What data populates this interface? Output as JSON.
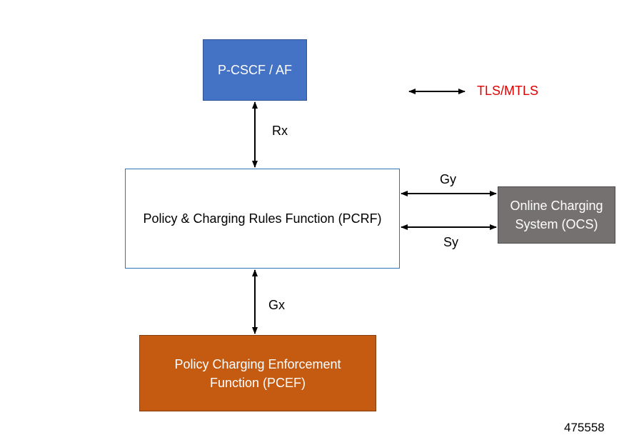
{
  "colors": {
    "pcscf_fill": "#4472c4",
    "pcrf_fill": "#ffffff",
    "ocs_fill": "#767171",
    "pcef_fill": "#c55a11",
    "legend_text": "#e00000",
    "arrow": "#000000"
  },
  "nodes": {
    "pcscf": "P-CSCF / AF",
    "pcrf": "Policy & Charging Rules Function (PCRF)",
    "ocs": "Online Charging\nSystem (OCS)",
    "pcef": "Policy Charging Enforcement\nFunction (PCEF)"
  },
  "edges": {
    "rx": "Rx",
    "gy": "Gy",
    "sy": "Sy",
    "gx": "Gx"
  },
  "legend": {
    "label": "TLS/MTLS"
  },
  "figure_id": "475558"
}
